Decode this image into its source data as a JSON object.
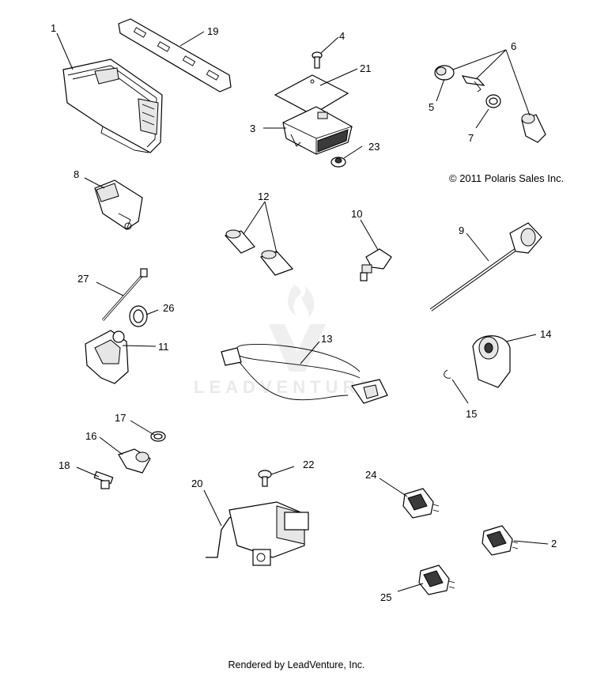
{
  "copyright": "© 2011 Polaris Sales Inc.",
  "footer": "Rendered by LeadVenture, Inc.",
  "watermark": "LEADVENTURE",
  "callouts": {
    "c1": "1",
    "c2": "2",
    "c3": "3",
    "c4": "4",
    "c5": "5",
    "c6": "6",
    "c7": "7",
    "c8": "8",
    "c9": "9",
    "c10": "10",
    "c11": "11",
    "c12": "12",
    "c13": "13",
    "c14": "14",
    "c15": "15",
    "c16": "16",
    "c17": "17",
    "c18": "18",
    "c19": "19",
    "c20": "20",
    "c21": "21",
    "c22": "22",
    "c23": "23",
    "c24": "24",
    "c25": "25",
    "c26": "26",
    "c27": "27"
  }
}
